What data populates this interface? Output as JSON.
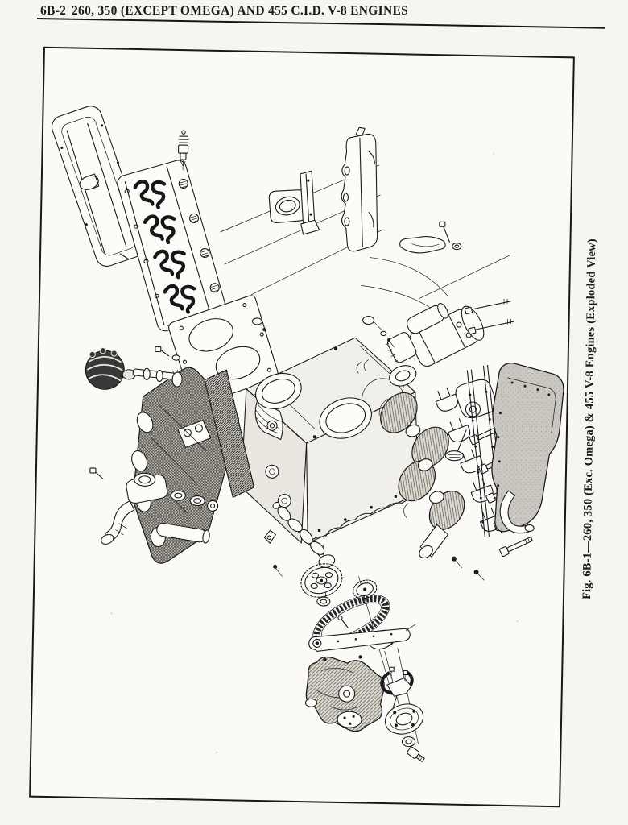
{
  "page": {
    "paper_color": "#f6f5f1",
    "ink_color": "#1a1a1a",
    "header": {
      "page_number": "6B-2",
      "title": "260, 350 (EXCEPT OMEGA) AND 455 C.I.D. V-8 ENGINES"
    },
    "figure": {
      "figure_number": "6B-1",
      "caption": "Fig. 6B-1—260, 350 (Exc. Omega) & 455 V-8 Engines (Exploded View)",
      "description": "Black-and-white exploded-view line drawing of a V-8 engine inside a ruled border",
      "depicted_parts": [
        "rocker-cover",
        "cylinder-head",
        "spark-plug",
        "exhaust-manifolds",
        "starter-motor",
        "starter-bolts-and-bracket",
        "head-gasket",
        "engine-block",
        "piston",
        "intake-manifold",
        "valley-cover",
        "distributor",
        "thermostat-housing-and-hose",
        "crankshaft",
        "main-bearing-caps-and-bolts",
        "oil-pump",
        "oil-pan-and-gaskets",
        "camshaft",
        "camshaft-sprocket",
        "crankshaft-sprocket",
        "timing-chain",
        "fuel-pump-eccentric",
        "timing-cover-water-pump",
        "harmonic-balancer",
        "balancer-washer-and-bolt"
      ]
    }
  }
}
